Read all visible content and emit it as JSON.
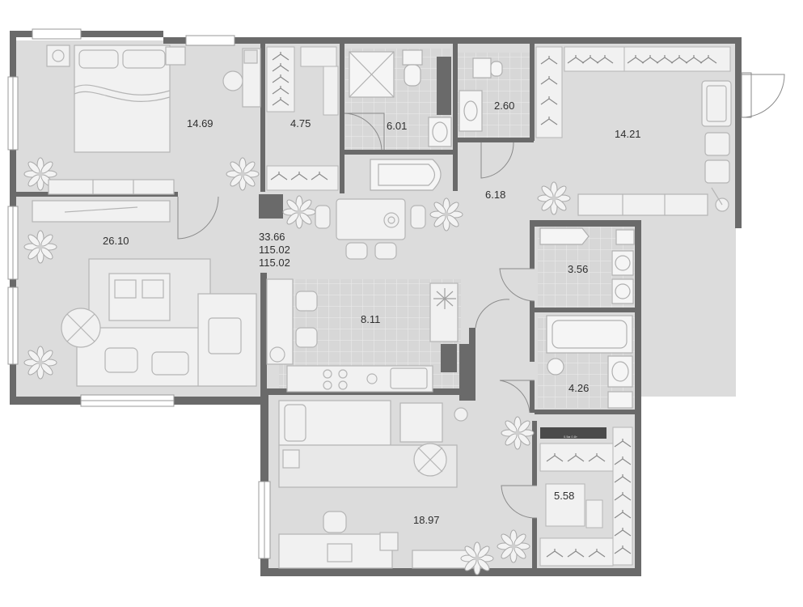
{
  "plan": {
    "colors": {
      "background": "#ffffff",
      "floor": "#dcdcdc",
      "tile_floor": "#d4d4d4",
      "wall": "#6a6a6a",
      "furniture": "#f1f1f1",
      "furniture_stroke": "#b8b8b8",
      "text": "#2f2f2f"
    },
    "areas": {
      "bedroom": "14.69",
      "closet": "4.75",
      "bathroom_main": "6.01",
      "wc": "2.60",
      "hall_right": "14.21",
      "corridor": "6.18",
      "living": "26.10",
      "total_living": "33.66",
      "total_area_1": "115.02",
      "total_area_2": "115.02",
      "laundry": "3.56",
      "kitchen": "8.11",
      "bathroom_small": "4.26",
      "kids_room": "18.97",
      "wardrobe": "5.58"
    },
    "tiny_label": "0.5м 0.8т"
  }
}
